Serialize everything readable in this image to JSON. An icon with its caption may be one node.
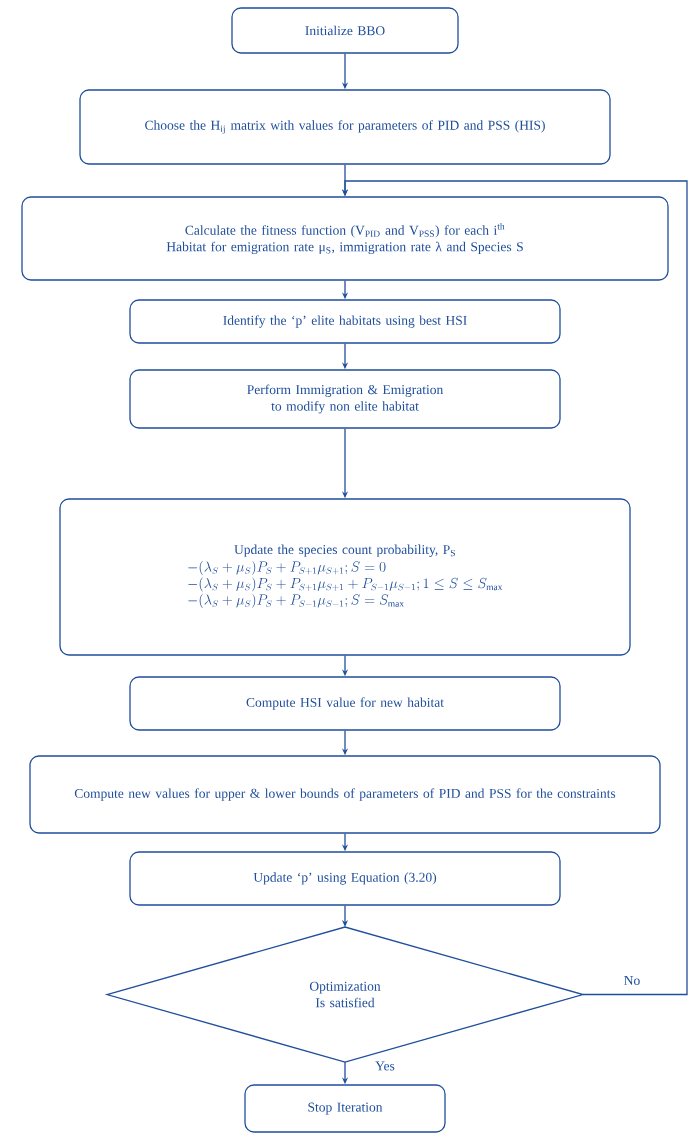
{
  "diagram": {
    "nodes": [
      {
        "text": [
          "Initialize BBO"
        ]
      },
      {
        "text": [
          "Choose the H$_{ij}$ matrix with values for parameters of PID and PSS (HIS)"
        ]
      },
      {
        "text": [
          "Calculate the fitness function (V$_{PID}$ and V$_{PSS}$) for each i$^{th}$ Habitat for emigration rate μ$_{S}$, immigration rate λ and Species S"
        ]
      },
      {
        "text": [
          "Identify the ‘p’ elite habitats using best HSI"
        ]
      },
      {
        "text": [
          "Perform Immigration & Emigration to modify non elite habitat"
        ]
      },
      {
        "text": [
          "Update the species count probability, P$_{S}$",
          "-(\\lambda_S+\\mu_S)P_S+P_{S+1}\\mu_{S+1};S=0",
          "-(\\lambda_S+\\mu_S)P_S+P_{S+1}\\mu_{S+1}+P_{S-1}\\mu_{S-1};1\\leq S\\leq S_{\\max}",
          "-(\\lambda_S+\\mu_S)P_S+P_{S-1}\\mu_{S-1};S=S_{\\max}"
        ]
      },
      {
        "text": [
          "Compute HSI value for new habitat"
        ]
      },
      {
        "text": [
          "Compute new values for upper & lower bounds of parameters of PID and PSS for the constraints"
        ]
      },
      {
        "text": [
          "Update ‘p’ using Equation (3.20)"
        ]
      },
      {
        "text": [
          "Optimization Is satisfied"
        ]
      },
      {
        "text": [
          "Stop Iteration"
        ]
      }
    ],
    "edges": [
      {
        "from": 0,
        "to": 1,
        "arrow": "to"
      },
      {
        "from": 1,
        "to": 2,
        "arrow": "to"
      },
      {
        "from": 2,
        "to": 3,
        "arrow": "to"
      },
      {
        "from": 3,
        "to": 4,
        "arrow": "to"
      },
      {
        "from": 4,
        "to": 5,
        "arrow": "to"
      },
      {
        "from": 5,
        "to": 6,
        "arrow": "to"
      },
      {
        "from": 6,
        "to": 7,
        "arrow": "to"
      },
      {
        "from": 7,
        "to": 8,
        "arrow": "to"
      },
      {
        "from": 8,
        "to": 9,
        "arrow": "to"
      },
      {
        "from": 9,
        "to": 10,
        "arrow": "to",
        "label": "Yes"
      },
      {
        "from": 9,
        "to": 2,
        "arrow": "to",
        "label": "No"
      }
    ]
  }
}
